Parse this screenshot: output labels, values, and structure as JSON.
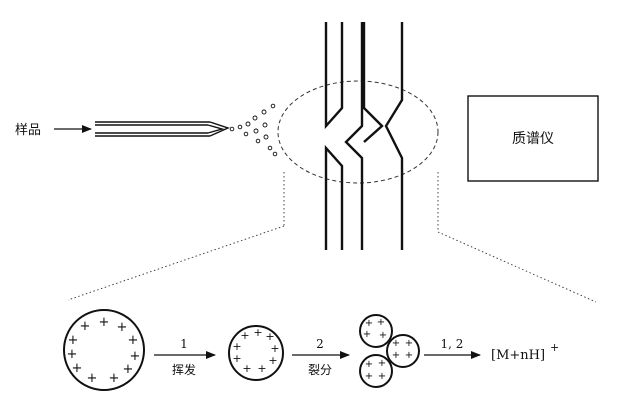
{
  "labels": {
    "sample": "样品",
    "mass_spectrometer": "质谱仪",
    "step1_number": "1",
    "step1_text": "挥发",
    "step2_number": "2",
    "step2_text": "裂分",
    "step3_number": "1, 2",
    "product_ion": "[M+nH]",
    "product_charge": "+"
  },
  "droplet_sign": "+"
}
